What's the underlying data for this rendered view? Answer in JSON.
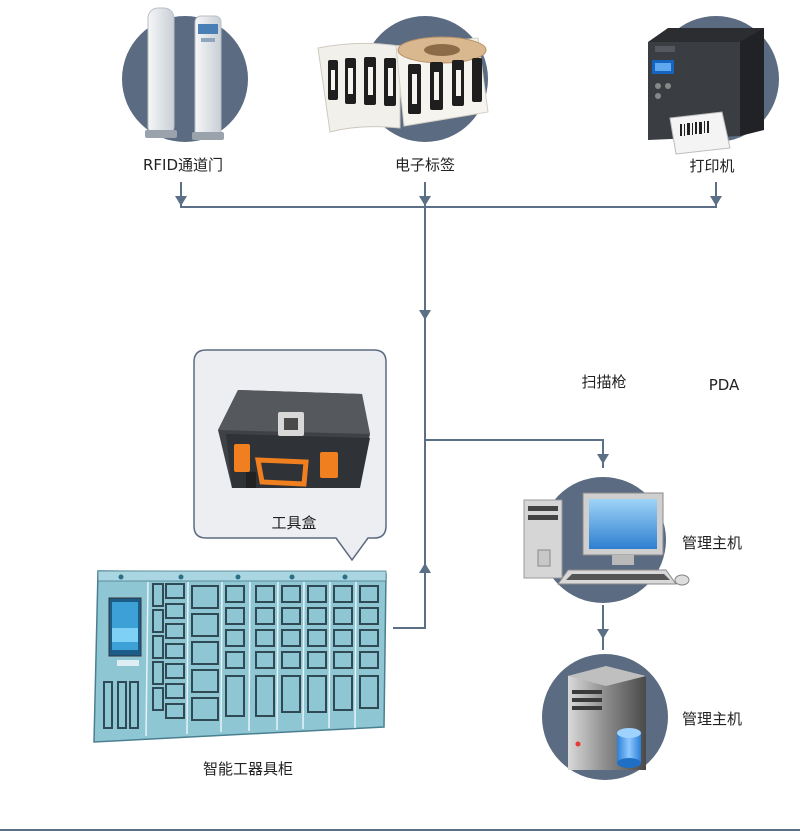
{
  "nodes": {
    "rfid_gate": "RFID通道门",
    "tags": "电子标签",
    "printer": "打印机",
    "scanner": "扫描枪",
    "pda": "PDA",
    "toolbox": "工具盒",
    "host1": "管理主机",
    "host2": "管理主机",
    "cabinet": "智能工器具柜"
  },
  "colors": {
    "line": "#5b6f86",
    "circle": "#5b6b82",
    "cabinet": "#8fc6d4",
    "case_orange": "#f07f1f",
    "callout_bg": "#eceef1"
  }
}
